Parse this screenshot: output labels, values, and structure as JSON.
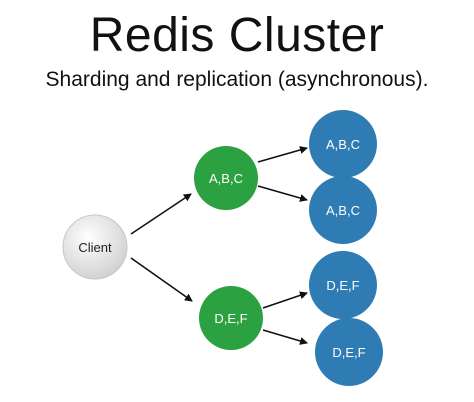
{
  "title": "Redis Cluster",
  "subtitle": "Sharding and replication (asynchronous).",
  "colors": {
    "master": "#2ca142",
    "replica": "#2f7cb4",
    "client": "#e2e2e2",
    "edge": "#111111"
  },
  "nodes": {
    "client": {
      "label": "Client"
    },
    "master_1": {
      "label": "A,B,C"
    },
    "master_2": {
      "label": "D,E,F"
    },
    "replica_1a": {
      "label": "A,B,C"
    },
    "replica_1b": {
      "label": "A,B,C"
    },
    "replica_2a": {
      "label": "D,E,F"
    },
    "replica_2b": {
      "label": "D,E,F"
    }
  },
  "edges": [
    {
      "from": "client",
      "to": "master_1"
    },
    {
      "from": "client",
      "to": "master_2"
    },
    {
      "from": "master_1",
      "to": "replica_1a"
    },
    {
      "from": "master_1",
      "to": "replica_1b"
    },
    {
      "from": "master_2",
      "to": "replica_2a"
    },
    {
      "from": "master_2",
      "to": "replica_2b"
    }
  ]
}
